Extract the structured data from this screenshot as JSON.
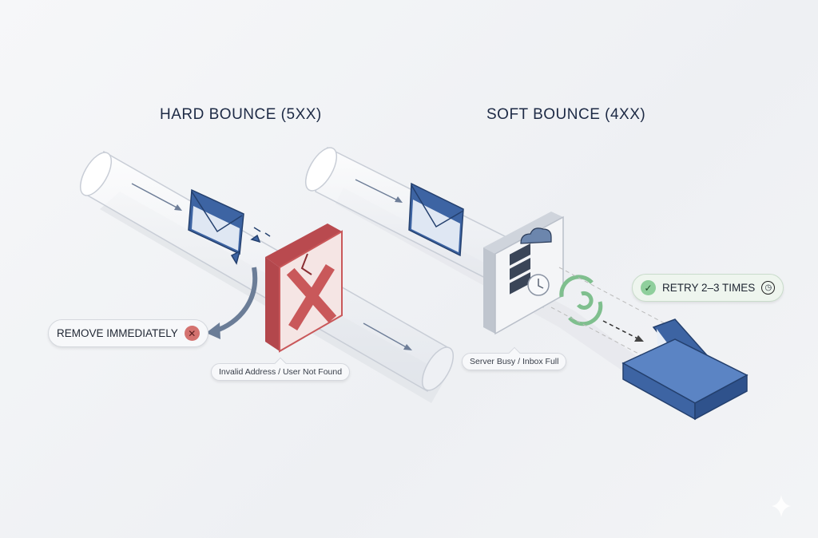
{
  "hard_bounce": {
    "title": "HARD BOUNCE (5XX)",
    "action_label": "REMOVE IMMEDIATELY",
    "reason_label": "Invalid Address / User Not Found"
  },
  "soft_bounce": {
    "title": "SOFT BOUNCE (4XX)",
    "action_label": "RETRY 2–3 TIMES",
    "reason_label": "Server Busy / Inbox Full"
  },
  "colors": {
    "accent_blue": "#3d64a3",
    "error_red": "#c9585a",
    "success_green": "#7fbf8e",
    "navy": "#1d2a45"
  }
}
